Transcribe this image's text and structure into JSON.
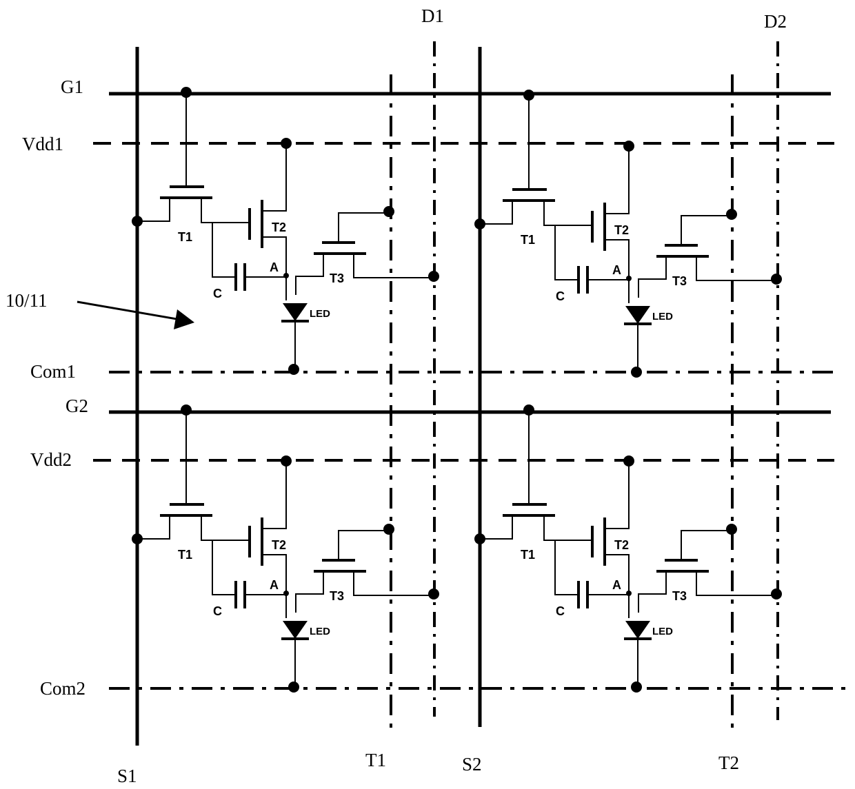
{
  "lines": {
    "g1": "G1",
    "vdd1": "Vdd1",
    "com1": "Com1",
    "g2": "G2",
    "vdd2": "Vdd2",
    "com2": "Com2",
    "s1": "S1",
    "s2": "S2",
    "d1": "D1",
    "d2": "D2",
    "t1": "T1",
    "t2": "T2"
  },
  "pointer_label": "10/11",
  "cells": [
    {
      "t1": "T1",
      "t2": "T2",
      "t3": "T3",
      "cap": "C",
      "node": "A",
      "led": "LED"
    },
    {
      "t1": "T1",
      "t2": "T2",
      "t3": "T3",
      "cap": "C",
      "node": "A",
      "led": "LED"
    },
    {
      "t1": "T1",
      "t2": "T2",
      "t3": "T3",
      "cap": "C",
      "node": "A",
      "led": "LED"
    },
    {
      "t1": "T1",
      "t2": "T2",
      "t3": "T3",
      "cap": "C",
      "node": "A",
      "led": "LED"
    }
  ]
}
